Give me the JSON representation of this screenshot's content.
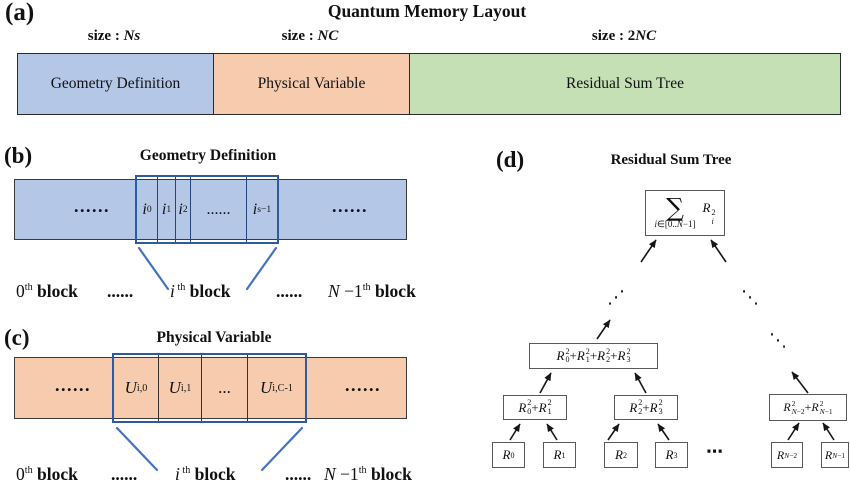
{
  "colors": {
    "geometry_fill": "#b4c7e7",
    "physical_fill": "#f7cbad",
    "tree_fill": "#c5e0b4",
    "highlight_border": "#2e5b9f",
    "connector_blue": "#4472c4",
    "bar_border": "#2b2b2b",
    "node_border": "#595959"
  },
  "panel_a": {
    "label": "(a)",
    "title": "Quantum Memory Layout",
    "segments": [
      {
        "size_label_html": "size : <i>Ns</i>",
        "name": "Geometry Definition",
        "color": "#b4c7e7"
      },
      {
        "size_label_html": "size : <i>NC</i>",
        "name": "Physical Variable",
        "color": "#f7cbad"
      },
      {
        "size_label_html": "size : 2<i>NC</i>",
        "name": "Residual Sum Tree",
        "color": "#c5e0b4"
      }
    ]
  },
  "panel_b": {
    "label": "(b)",
    "title": "Geometry Definition",
    "left_dots": "......",
    "right_dots": "......",
    "cells_html": [
      "<i>i</i><sub>0</sub>",
      "<i>i</i><sub>1</sub>",
      "<i>i</i><sub>2</sub>",
      "......",
      "<i>i</i><sub>s−1</sub>"
    ],
    "bottom_labels_html": [
      "0<sup>th</sup> <b>block</b>",
      "<b>......</b>",
      "<i>i</i><sup> th</sup> <b>block</b>",
      "<b>......</b>",
      "<i>N</i> −1<sup>th</sup> <b>block</b>"
    ]
  },
  "panel_c": {
    "label": "(c)",
    "title": "Physical Variable",
    "left_dots": "......",
    "right_dots": "......",
    "cells_html": [
      "<i>U</i><sub> i,0</sub>",
      "<i>U</i><sub> i,1</sub>",
      "...",
      "<i>U</i><sub> i,C-1</sub>"
    ],
    "bottom_labels_html": [
      "0<sup>th</sup> <b>block</b>",
      "<b>......</b>",
      "<i>i</i><sup> th</sup> <b>block</b>",
      "<b>......</b>",
      "<i>N</i> −1<sup>th</sup> <b>block</b>"
    ]
  },
  "panel_d": {
    "label": "(d)",
    "title": "Residual Sum Tree",
    "root": {
      "sigma": "∑",
      "sub_html": "<i>i</i>∈[0..<i>N</i>−1]",
      "summand_html": "<i>R</i><span class='ss'><span>2</span><span><i>i</i></span></span>"
    },
    "nodes_html": {
      "level2": "<i>R</i><span class='ss'><span>2</span><span>0</span></span> + <i>R</i><span class='ss'><span>2</span><span>1</span></span> + <i>R</i><span class='ss'><span>2</span><span>2</span></span> + <i>R</i><span class='ss'><span>2</span><span>3</span></span>",
      "pair01": "<i>R</i><span class='ss'><span>2</span><span>0</span></span>+<i>R</i><span class='ss'><span>2</span><span>1</span></span>",
      "pair23": "<i>R</i><span class='ss'><span>2</span><span>2</span></span>+<i>R</i><span class='ss'><span>2</span><span>3</span></span>",
      "pairN": "<i>R</i><span class='ss'><span>2</span><span><i>N</i>−2</span></span>+<i>R</i><span class='ss'><span>2</span><span><i>N</i>−1</span></span>",
      "leaf0": "<i>R</i><sub>0</sub>",
      "leaf1": "<i>R</i><sub>1</sub>",
      "leaf2": "<i>R</i><sub>2</sub>",
      "leaf3": "<i>R</i><sub>3</sub>",
      "leafN2": "<i>R</i><sub><i>N</i>−2</sub>",
      "leafN1": "<i>R</i><sub><i>N</i>−1</sub>"
    },
    "dots": {
      "horizontal": "⋯",
      "diag_up": "⋰",
      "diag_down_1": "⋱",
      "diag_down_2": "⋱"
    }
  }
}
